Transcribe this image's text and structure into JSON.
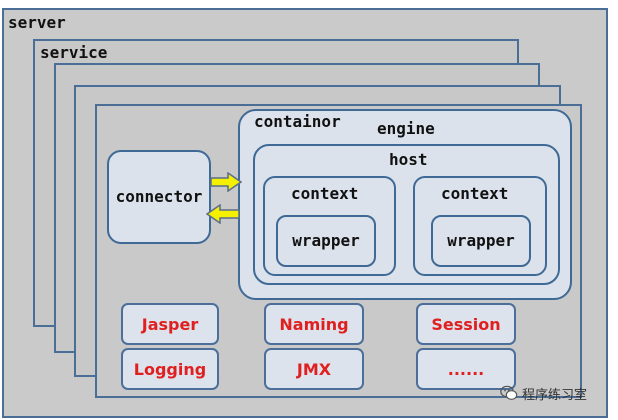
{
  "diagram": {
    "server_label": "server",
    "service_label": "service",
    "container_label": "containor",
    "engine_label": "engine",
    "host_label": "host",
    "context1_label": "context",
    "context2_label": "context",
    "wrapper1_label": "wrapper",
    "wrapper2_label": "wrapper",
    "connector_label": "connector",
    "components": [
      "Jasper",
      "Naming",
      "Session",
      "Logging",
      "JMX",
      "......"
    ]
  },
  "watermark": {
    "text": "程序练习室",
    "icon": "wechat-icon"
  },
  "colors": {
    "panel_border": "#4a6e96",
    "panel_fill": "#c8c8c8",
    "box_fill": "#dbe2ec",
    "component_text": "#e02020",
    "arrow_fill": "#f4f000",
    "arrow_stroke": "#5a6e8a"
  }
}
